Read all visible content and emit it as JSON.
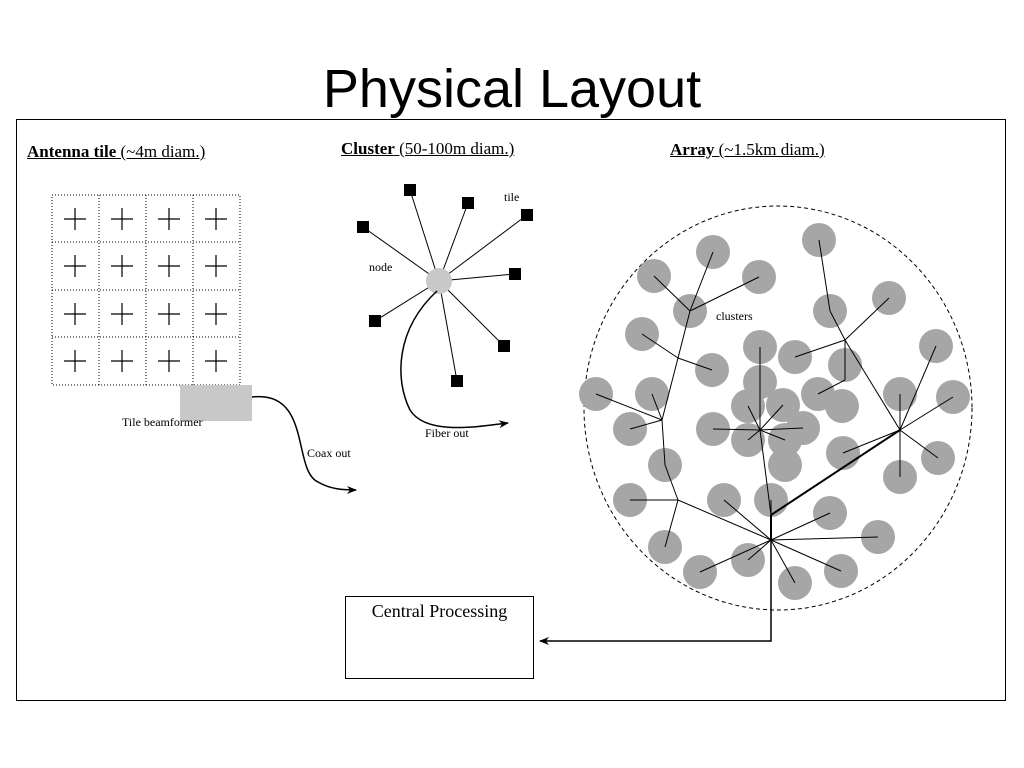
{
  "title": "Physical Layout",
  "panels": {
    "tile": {
      "name": "Antenna tile",
      "size": "(~4m diam.)"
    },
    "cluster": {
      "name": "Cluster",
      "size": "(50-100m diam.)"
    },
    "array": {
      "name": "Array",
      "size": "(~1.5km diam.)"
    }
  },
  "labels": {
    "tile_beamformer": "Tile beamformer",
    "coax_out": "Coax out",
    "node": "node",
    "tile": "tile",
    "fiber_out": "Fiber out",
    "clusters": "clusters",
    "central_processing": "Central Processing"
  },
  "colors": {
    "station_gray": "#a6a6a6",
    "beamformer_gray": "#c8c8c8",
    "node_gray": "#c8c8c8",
    "tile_black": "#000000"
  }
}
